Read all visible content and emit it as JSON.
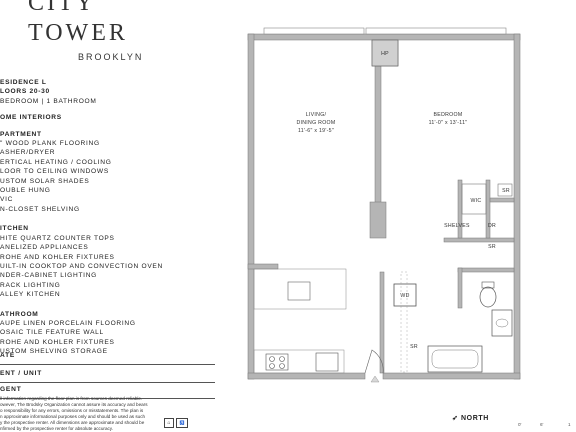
{
  "brand": {
    "line1": "CITY",
    "line2": "TOWER",
    "line3": "BROOKLYN"
  },
  "residence": {
    "name": "ESIDENCE L",
    "floors": "LOORS 20-30",
    "layout": "BEDROOM  |  1 BATHROOM"
  },
  "home_interiors_heading": "OME INTERIORS",
  "sections": [
    {
      "heading": "PARTMENT",
      "items": [
        "\" WOOD PLANK FLOORING",
        "ASHER/DRYER",
        "ERTICAL HEATING / COOLING",
        "LOOR TO CEILING WINDOWS",
        "USTOM SOLAR SHADES",
        "OUBLE HUNG",
        "VIC",
        "N-CLOSET SHELVING"
      ]
    },
    {
      "heading": "ITCHEN",
      "items": [
        "HITE QUARTZ COUNTER TOPS",
        "ANELIZED APPLIANCES",
        "ROHE AND KOHLER FIXTURES",
        "UILT-IN COOKTOP AND CONVECTION OVEN",
        "NDER-CABINET LIGHTING",
        "RACK LIGHTING",
        "ALLEY KITCHEN"
      ]
    },
    {
      "heading": "ATHROOM",
      "items": [
        "AUPE LINEN PORCELAIN FLOORING",
        "OSAIC TILE FEATURE WALL",
        "ROHE AND KOHLER FIXTURES",
        "USTOM SHELVING STORAGE"
      ]
    }
  ],
  "form_fields": [
    "ATE",
    "ENT / UNIT",
    "GENT"
  ],
  "disclaimer": [
    "ll information regarding the floor plan is from sources deemed reliable.",
    "owever, The Brodsky Organization cannot assure its accuracy and bears",
    "o responsibility for any errors, omissions or misstatements. The plan is",
    "n approximate informational purposes only and should be used as such",
    "y the prospective renter. All dimensions are approximate and should be",
    "nfirmed by the prospective renter for absolute accuracy."
  ],
  "rooms": {
    "hp": "HP",
    "living_name1": "LIVING/",
    "living_name2": "DINING ROOM",
    "living_dims": "11'-6\" x 19'-5\"",
    "bedroom_name": "BEDROOM",
    "bedroom_dims": "11'-0\" x 13'-11\"",
    "wic": "WIC",
    "shelves": "SHELVES",
    "sr": "SR",
    "dr": "DR",
    "wd": "WD"
  },
  "north_label": "NORTH",
  "scale_labels": [
    "0'",
    "6'",
    "1"
  ]
}
